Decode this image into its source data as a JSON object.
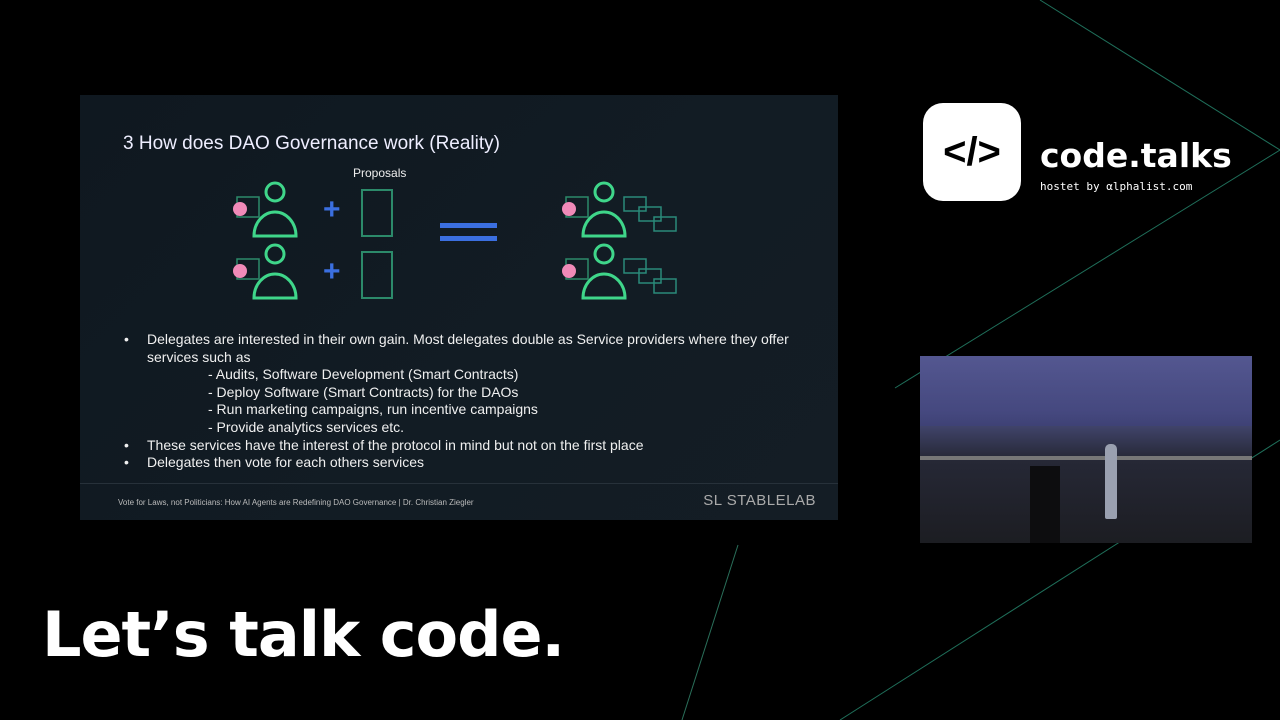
{
  "slide": {
    "title": "3 How does DAO Governance work (Reality)",
    "proposals_label": "Proposals",
    "bullets": [
      {
        "text": "Delegates are interested in their own gain. Most delegates double as Service providers where they offer services such as",
        "level": 1
      },
      {
        "text": "- Audits, Software Development (Smart Contracts)",
        "level": 2
      },
      {
        "text": "- Deploy Software (Smart Contracts) for the DAOs",
        "level": 2
      },
      {
        "text": "- Run marketing campaigns, run incentive campaigns",
        "level": 2
      },
      {
        "text": "- Provide analytics services etc.",
        "level": 2
      },
      {
        "text": "These services have the interest of the protocol in mind but not on the first place",
        "level": 1
      },
      {
        "text": "Delegates then vote for each others services",
        "level": 1
      }
    ],
    "footer": "Vote for Laws, not Politicians: How AI Agents are Redefining DAO Governance | Dr. Christian Ziegler",
    "footer_logo": "SL STABLELAB"
  },
  "branding": {
    "logo_glyph": "</>",
    "name": "code.talks",
    "hosted": "hostet by αlphalist.com"
  },
  "tagline": "Let’s talk code.",
  "colors": {
    "accent_green": "#3fd68a",
    "plus_blue": "#3b6fe0",
    "line_green": "#1f8f6a"
  }
}
